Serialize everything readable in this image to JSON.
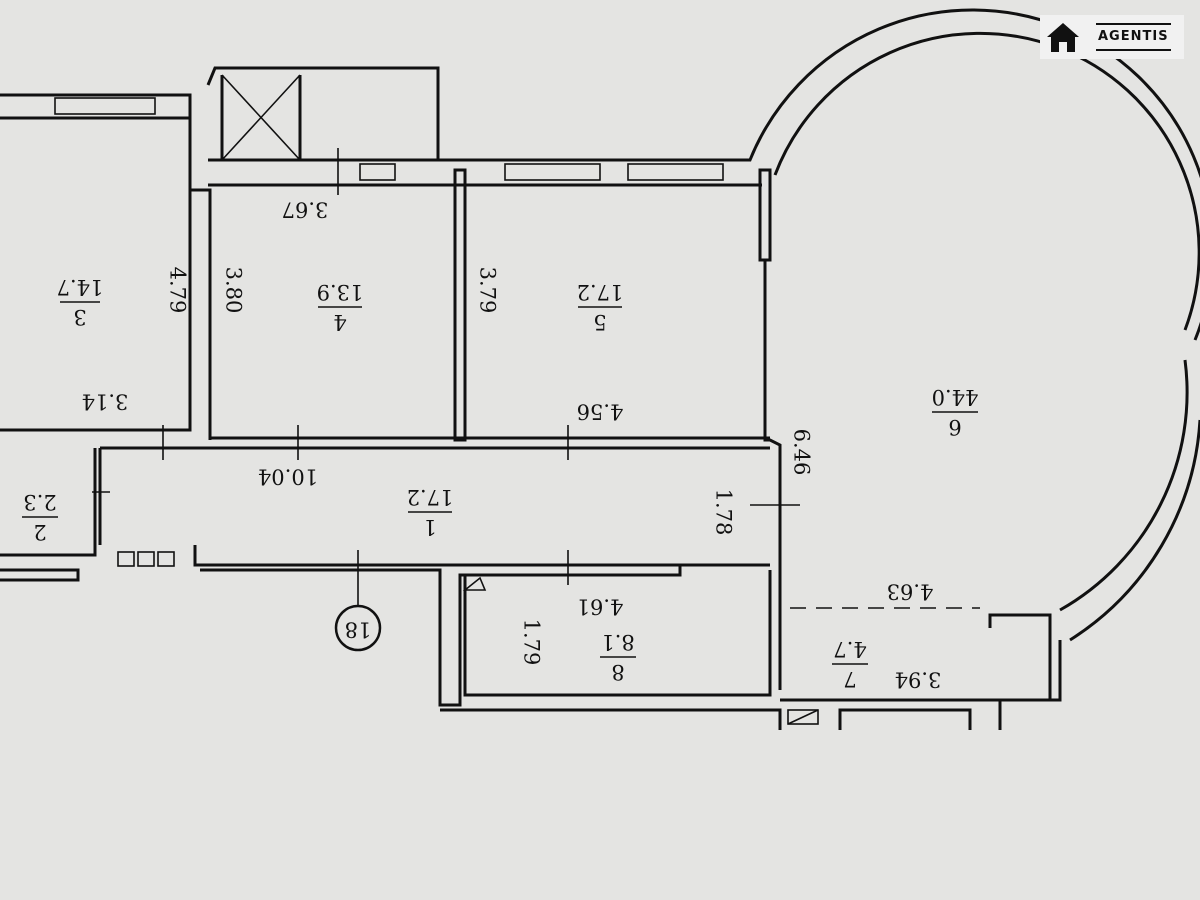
{
  "logo": {
    "brand": "AGENTIS",
    "icon": "house-icon"
  },
  "rooms": [
    {
      "number": "1",
      "area": "17.2"
    },
    {
      "number": "2",
      "area": "2.3"
    },
    {
      "number": "3",
      "area": "14.7"
    },
    {
      "number": "4",
      "area": "13.9"
    },
    {
      "number": "5",
      "area": "17.2"
    },
    {
      "number": "6",
      "area": "44.0"
    },
    {
      "number": "7",
      "area": "4.7"
    },
    {
      "number": "8",
      "area": "8.1"
    }
  ],
  "dimensions": {
    "d367": "3.67",
    "d479": "4.79",
    "d380": "3.80",
    "d379": "3.79",
    "d314": "3.14",
    "d456": "4.56",
    "d1004": "10.04",
    "d178": "1.78",
    "d646": "6.46",
    "d461": "4.61",
    "d179": "1.79",
    "d463": "4.63",
    "d394": "3.94"
  },
  "axis_marker": "18"
}
